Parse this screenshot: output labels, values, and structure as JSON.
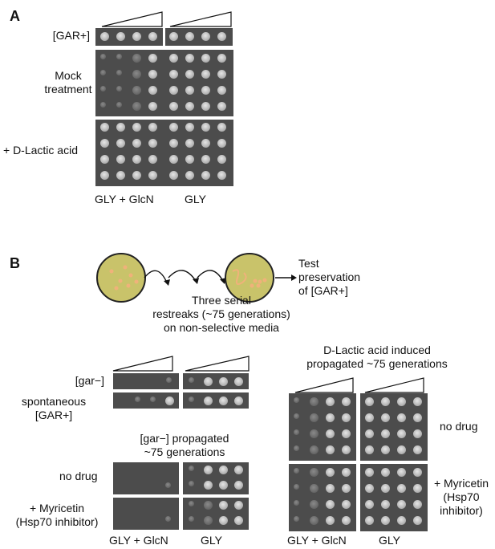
{
  "panel_a": {
    "letter": "A",
    "row_labels": {
      "gar_plus": "[GAR+]",
      "mock": "Mock\ntreatment",
      "dlactic": "+ D-Lactic acid"
    },
    "col_labels": {
      "left": "GLY + GlcN",
      "right": "GLY"
    }
  },
  "panel_b": {
    "letter": "B",
    "schematic": {
      "middle_text": "Three serial\nrestreaks (~75 generations)\non non-selective media",
      "right_text": "Test\npreservation\nof [GAR+]",
      "plate_color": "#c9c36a",
      "colony_color": "#f0b27a"
    },
    "left": {
      "row_labels": {
        "gar_minus": "[gar−]",
        "spontaneous": "spontaneous\n[GAR+]"
      },
      "propagated_title": "[gar−] propagated\n~75 generations",
      "no_drug": "no drug",
      "myricetin": "+ Myricetin\n(Hsp70 inhibitor)",
      "col_labels": {
        "left": "GLY + GlcN",
        "right": "GLY"
      }
    },
    "right": {
      "title": "D-Lactic acid induced\npropagated ~75 generations",
      "no_drug": "no drug",
      "myricetin": "+ Myricetin\n(Hsp70\ninhibitor)",
      "col_labels": {
        "left": "GLY + GlcN",
        "right": "GLY"
      }
    }
  }
}
